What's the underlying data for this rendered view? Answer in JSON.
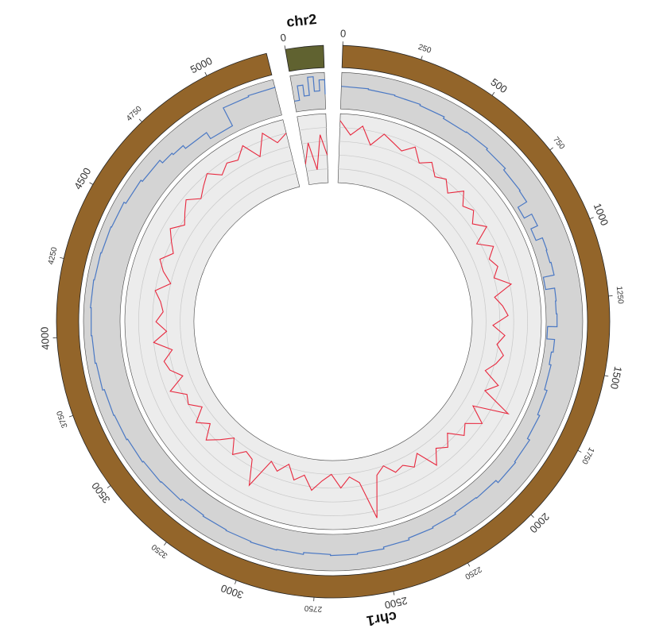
{
  "chart_data": {
    "type": "circos",
    "chromosomes": [
      {
        "name": "chr1",
        "length": 5200,
        "color": "#93652a",
        "tick_step": 250,
        "tick_labels": [
          "0",
          "250",
          "500",
          "750",
          "1000",
          "1250",
          "1500",
          "1750",
          "2000",
          "2250",
          "2500",
          "2750",
          "3000",
          "3250",
          "3500",
          "3750",
          "4000",
          "4250",
          "4500",
          "4750",
          "5000"
        ]
      },
      {
        "name": "chr2",
        "length": 120,
        "color": "#606230",
        "tick_step": 250,
        "tick_labels": [
          "0"
        ]
      }
    ],
    "tracks": [
      {
        "type": "line",
        "color": "#4a78c4",
        "background": "#d4d4d4",
        "ylim": [
          0,
          1
        ],
        "series": {
          "chr1": {
            "x": [
              0,
              100,
              200,
              300,
              400,
              500,
              600,
              700,
              800,
              850,
              900,
              950,
              1000,
              1050,
              1100,
              1150,
              1200,
              1250,
              1300,
              1350,
              1400,
              1450,
              1500,
              1600,
              1700,
              1800,
              1900,
              2000,
              2100,
              2200,
              2300,
              2400,
              2500,
              2600,
              2700,
              2800,
              2900,
              3000,
              3100,
              3200,
              3300,
              3400,
              3500,
              3600,
              3700,
              3800,
              3900,
              4000,
              4100,
              4200,
              4300,
              4400,
              4500,
              4600,
              4700,
              4750,
              4800,
              4900,
              5000,
              5100,
              5200
            ],
            "y": [
              0.62,
              0.6,
              0.58,
              0.55,
              0.5,
              0.52,
              0.48,
              0.42,
              0.4,
              0.12,
              0.35,
              0.15,
              0.34,
              0.32,
              0.35,
              0.05,
              0.3,
              0.28,
              0.3,
              0.04,
              0.25,
              0.2,
              0.25,
              0.32,
              0.38,
              0.45,
              0.48,
              0.4,
              0.38,
              0.42,
              0.45,
              0.5,
              0.55,
              0.58,
              0.55,
              0.6,
              0.62,
              0.6,
              0.58,
              0.55,
              0.6,
              0.62,
              0.65,
              0.68,
              0.7,
              0.75,
              0.78,
              0.8,
              0.82,
              0.8,
              0.78,
              0.76,
              0.7,
              0.65,
              0.55,
              0.5,
              0.4,
              0.2,
              0.75,
              0.78,
              0.8
            ]
          },
          "chr2": {
            "x": [
              0,
              20,
              40,
              60,
              80,
              100,
              120
            ],
            "y": [
              0.3,
              0.7,
              0.4,
              0.9,
              0.5,
              0.8,
              0.4
            ]
          }
        }
      },
      {
        "type": "line",
        "color": "#e8283e",
        "background": "#ececec",
        "ylim": [
          0,
          1
        ],
        "series": {
          "chr1": {
            "x": [
              0,
              50,
              100,
              150,
              200,
              250,
              300,
              350,
              400,
              450,
              500,
              550,
              600,
              650,
              700,
              750,
              800,
              850,
              900,
              950,
              1000,
              1050,
              1100,
              1150,
              1200,
              1250,
              1300,
              1350,
              1400,
              1450,
              1500,
              1550,
              1600,
              1650,
              1700,
              1750,
              1800,
              1850,
              1900,
              1950,
              2000,
              2050,
              2100,
              2150,
              2200,
              2250,
              2300,
              2350,
              2400,
              2450,
              2500,
              2550,
              2600,
              2650,
              2700,
              2750,
              2800,
              2850,
              2900,
              2950,
              3000,
              3050,
              3100,
              3150,
              3200,
              3250,
              3300,
              3350,
              3400,
              3450,
              3500,
              3550,
              3600,
              3650,
              3700,
              3750,
              3800,
              3850,
              3900,
              3950,
              4000,
              4050,
              4100,
              4150,
              4200,
              4250,
              4300,
              4350,
              4400,
              4450,
              4500,
              4550,
              4600,
              4650,
              4700,
              4750,
              4800,
              4850,
              4900,
              4950,
              5000,
              5050,
              5100,
              5150,
              5200
            ],
            "y": [
              0.9,
              0.7,
              0.85,
              0.6,
              0.8,
              0.72,
              0.65,
              0.78,
              0.6,
              0.7,
              0.55,
              0.62,
              0.48,
              0.66,
              0.5,
              0.58,
              0.45,
              0.6,
              0.35,
              0.55,
              0.42,
              0.5,
              0.4,
              0.62,
              0.35,
              0.45,
              0.52,
              0.3,
              0.48,
              0.38,
              0.5,
              0.42,
              0.3,
              0.55,
              0.4,
              0.85,
              0.35,
              0.6,
              0.4,
              0.5,
              0.3,
              0.45,
              0.35,
              0.55,
              0.25,
              0.4,
              0.3,
              0.35,
              0.2,
              0.3,
              0.9,
              0.35,
              0.25,
              0.4,
              0.2,
              0.3,
              0.45,
              0.25,
              0.35,
              0.15,
              0.3,
              0.2,
              0.65,
              0.3,
              0.25,
              0.4,
              0.2,
              0.35,
              0.5,
              0.3,
              0.45,
              0.25,
              0.4,
              0.35,
              0.55,
              0.3,
              0.45,
              0.5,
              0.35,
              0.6,
              0.4,
              0.55,
              0.45,
              0.5,
              0.6,
              0.4,
              0.55,
              0.65,
              0.5,
              0.6,
              0.7,
              0.55,
              0.65,
              0.75,
              0.6,
              0.7,
              0.8,
              0.65,
              0.75,
              0.7,
              0.85,
              0.6,
              0.9,
              0.7,
              0.8
            ]
          },
          "chr2": {
            "x": [
              0,
              30,
              60,
              90,
              120
            ],
            "y": [
              0.3,
              0.6,
              0.2,
              0.7,
              0.4
            ]
          }
        }
      }
    ]
  }
}
